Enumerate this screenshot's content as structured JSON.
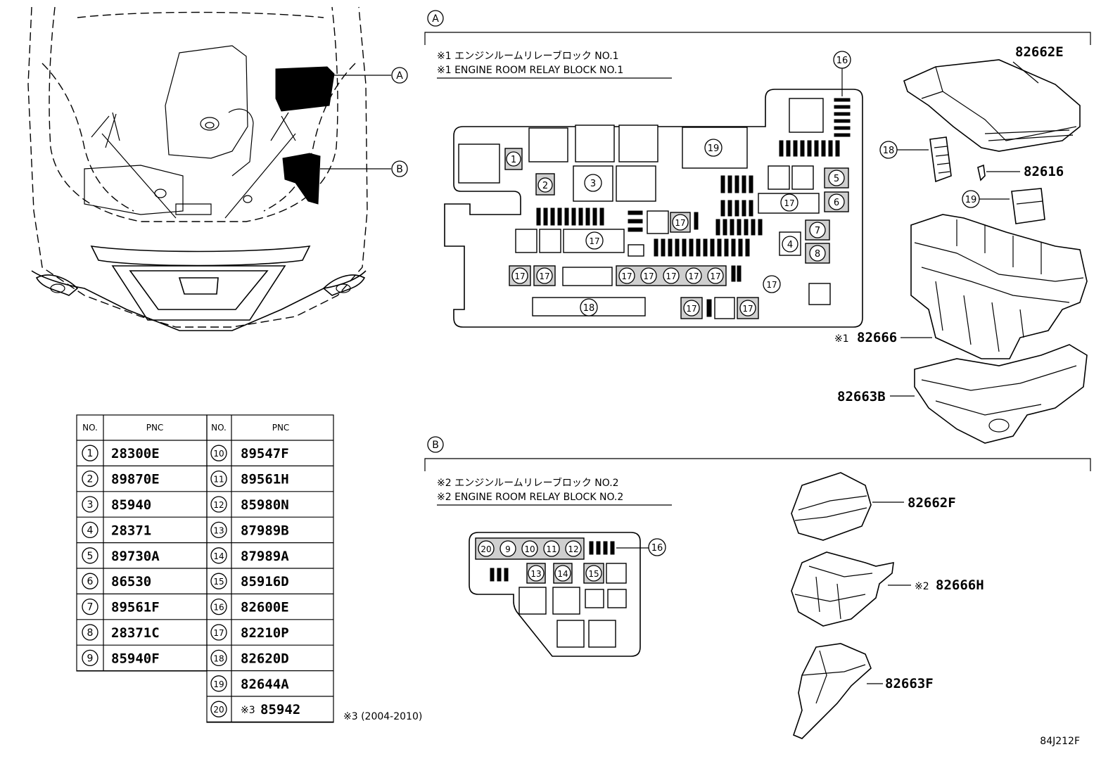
{
  "callouts": {
    "A": "A",
    "B": "B"
  },
  "section_a": {
    "label": "A",
    "note_jp": "※1 エンジンルームリレーブロック NO.1",
    "note_en": "※1 ENGINE ROOM RELAY BLOCK NO.1"
  },
  "section_b": {
    "label": "B",
    "note_jp": "※2 エンジンルームリレーブロック NO.2",
    "note_en": "※2 ENGINE ROOM RELAY BLOCK NO.2"
  },
  "block_a_numbers": {
    "n1": "1",
    "n2": "2",
    "n3": "3",
    "n4": "4",
    "n5": "5",
    "n6": "6",
    "n7": "7",
    "n8": "8",
    "n16": "16",
    "n17": "17",
    "n18": "18",
    "n19": "19"
  },
  "block_b_numbers": {
    "n9": "9",
    "n10": "10",
    "n11": "11",
    "n12": "12",
    "n13": "13",
    "n14": "14",
    "n15": "15",
    "n16": "16",
    "n20": "20"
  },
  "parts_a": {
    "p82662E": "82662E",
    "p18": "18",
    "p82616": "82616",
    "p19": "19",
    "p82666_mark": "※1",
    "p82666": "82666",
    "p82663B": "82663B"
  },
  "parts_b": {
    "p82662F": "82662F",
    "p82666H_mark": "※2",
    "p82666H": "82666H",
    "p82663F": "82663F"
  },
  "table": {
    "header_no": "NO.",
    "header_pnc": "PNC",
    "left": [
      {
        "no": "1",
        "pnc": "28300E"
      },
      {
        "no": "2",
        "pnc": "89870E"
      },
      {
        "no": "3",
        "pnc": "85940"
      },
      {
        "no": "4",
        "pnc": "28371"
      },
      {
        "no": "5",
        "pnc": "89730A"
      },
      {
        "no": "6",
        "pnc": "86530"
      },
      {
        "no": "7",
        "pnc": "89561F"
      },
      {
        "no": "8",
        "pnc": "28371C"
      },
      {
        "no": "9",
        "pnc": "85940F"
      }
    ],
    "right": [
      {
        "no": "10",
        "pnc": "89547F"
      },
      {
        "no": "11",
        "pnc": "89561H"
      },
      {
        "no": "12",
        "pnc": "85980N"
      },
      {
        "no": "13",
        "pnc": "87989B"
      },
      {
        "no": "14",
        "pnc": "87989A"
      },
      {
        "no": "15",
        "pnc": "85916D"
      },
      {
        "no": "16",
        "pnc": "82600E"
      },
      {
        "no": "17",
        "pnc": "82210P"
      },
      {
        "no": "18",
        "pnc": "82620D"
      },
      {
        "no": "19",
        "pnc": "82644A"
      },
      {
        "no": "20",
        "pnc": "85942",
        "mark": "※3"
      }
    ]
  },
  "footnote": "※3 (2004-2010)",
  "drawing_id": "84J212F"
}
